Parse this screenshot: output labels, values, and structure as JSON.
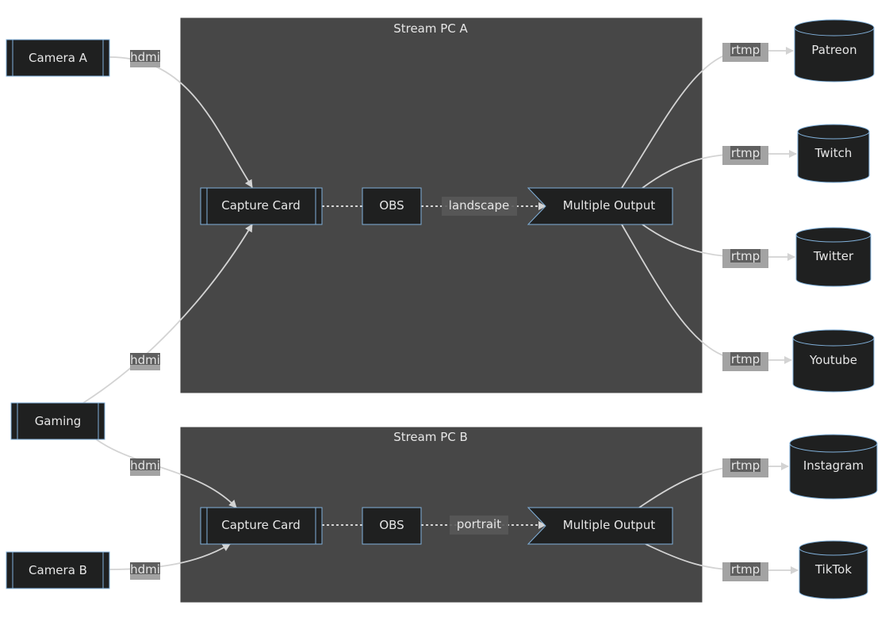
{
  "clusters": {
    "pc_a": {
      "title": "Stream PC A"
    },
    "pc_b": {
      "title": "Stream PC B"
    }
  },
  "sources": {
    "camera_a": "Camera A",
    "gaming": "Gaming",
    "camera_b": "Camera B"
  },
  "pc_a": {
    "capture": "Capture Card",
    "obs": "OBS",
    "output": "Multiple Output",
    "link_label": "landscape"
  },
  "pc_b": {
    "capture": "Capture Card",
    "obs": "OBS",
    "output": "Multiple Output",
    "link_label": "portrait"
  },
  "destinations": {
    "patreon": "Patreon",
    "twitch": "Twitch",
    "twitter": "Twitter",
    "youtube": "Youtube",
    "instagram": "Instagram",
    "tiktok": "TikTok"
  },
  "edge_labels": {
    "hdmi": "hdmi",
    "rtmp": "rtmp"
  },
  "colors": {
    "node_fill": "#1f2020",
    "node_border": "#81b1db",
    "cluster_fill": "#474747",
    "edge": "#d3d3d3",
    "text": "#e6e6e6"
  }
}
